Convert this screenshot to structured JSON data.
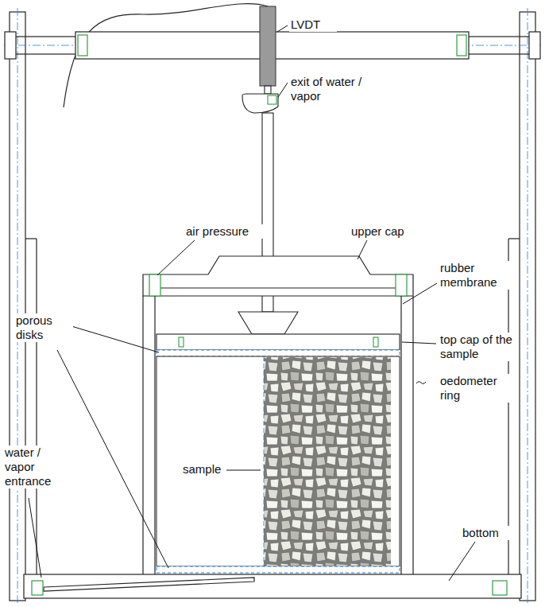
{
  "diagram": {
    "labels": [
      "LVDT",
      "exit of water / vapor",
      "air pressure",
      "upper cap",
      "rubber membrane",
      "porous disks",
      "top cap of the sample",
      "sample",
      "oedometer ring",
      "water / vapor entrance",
      "bottom"
    ]
  }
}
